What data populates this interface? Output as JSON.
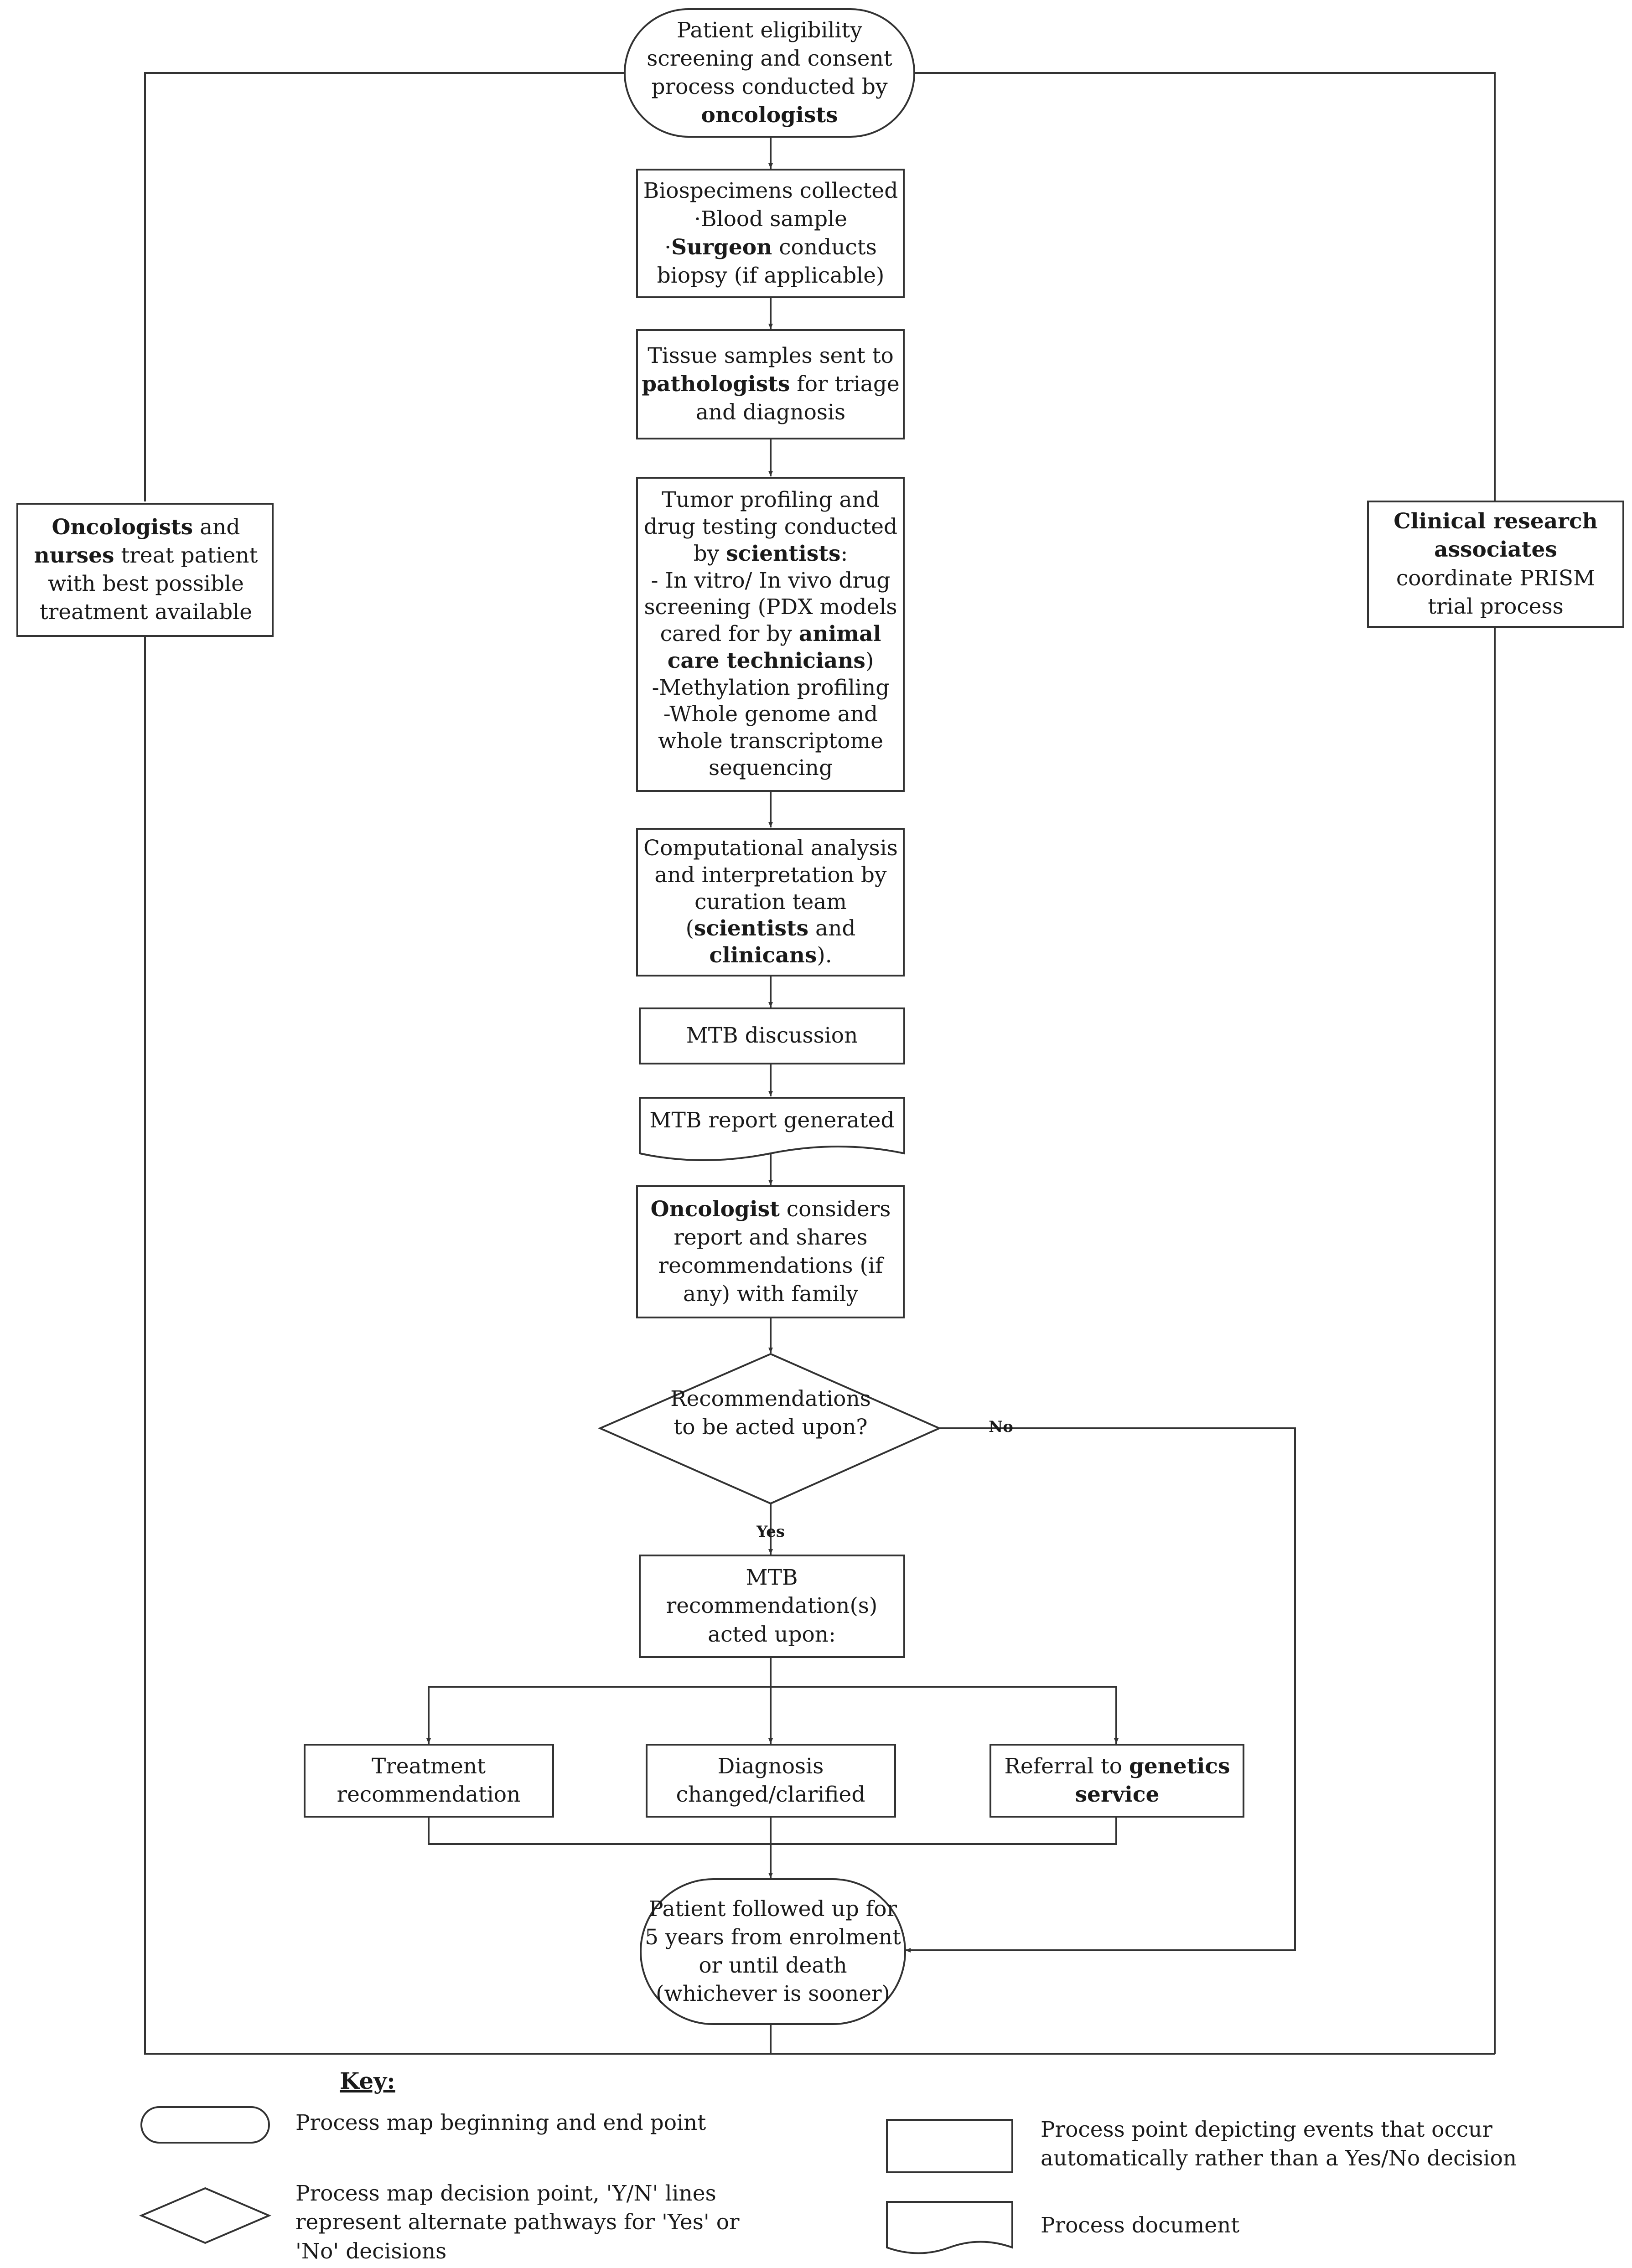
{
  "nodes": {
    "start": {
      "pre": "Patient eligibility screening and consent process conducted by",
      "bold": "oncologists"
    },
    "biospecimens": {
      "l1": "Biospecimens collected",
      "l2": "·Blood sample",
      "l3_pre": "·",
      "l3_bold": "Surgeon",
      "l3_post": " conducts",
      "l4": "biopsy (if applicable)"
    },
    "tissue": {
      "pre": "Tissue samples sent to",
      "bold": "pathologists",
      "post": " for triage and diagnosis"
    },
    "tumor": {
      "l1": "Tumor profiling and drug testing conducted by",
      "l1_bold": "scientists",
      "l1_post": ":",
      "l2": "- In vitro/ In vivo drug screening (PDX models cared for by",
      "l2_bold": "animal care technicians",
      "l2_post": ")",
      "l3": "-Methylation profiling",
      "l4": "-Whole genome and whole transcriptome sequencing"
    },
    "computational": {
      "pre": "Computational analysis and interpretation by curation team (",
      "bold1": "scientists",
      "mid": " and ",
      "bold2": "clinicans",
      "post": ")."
    },
    "mtb_discussion": "MTB discussion",
    "mtb_report": "MTB report generated",
    "oncologist_considers": {
      "bold": "Oncologist",
      "post": " considers report and shares recommendations (if any) with family"
    },
    "decision": "Recommendations to be acted upon?",
    "acted_upon": "MTB recommendation(s) acted upon:",
    "treatment": "Treatment recommendation",
    "diagnosis": "Diagnosis changed/clarified",
    "referral": {
      "pre": "Referral to ",
      "bold": "genetics service"
    },
    "followup": "Patient followed up for 5 years from enrolment or until death (whichever is sooner)",
    "left_side": {
      "bold1": "Oncologists",
      "mid1": " and ",
      "bold2": "nurses",
      "post": " treat patient with best possible treatment available"
    },
    "right_side": {
      "bold": "Clinical research associates",
      "post": " coordinate PRISM trial process"
    }
  },
  "edges": {
    "no_label": "No",
    "yes_label": "Yes"
  },
  "key": {
    "title": "Key:",
    "terminal": "Process map beginning and end point",
    "decision": "Process map decision point, 'Y/N' lines represent alternate pathways for 'Yes' or 'No' decisions",
    "process": "Process point depicting events that occur automatically rather than a Yes/No decision",
    "document": "Process document"
  }
}
